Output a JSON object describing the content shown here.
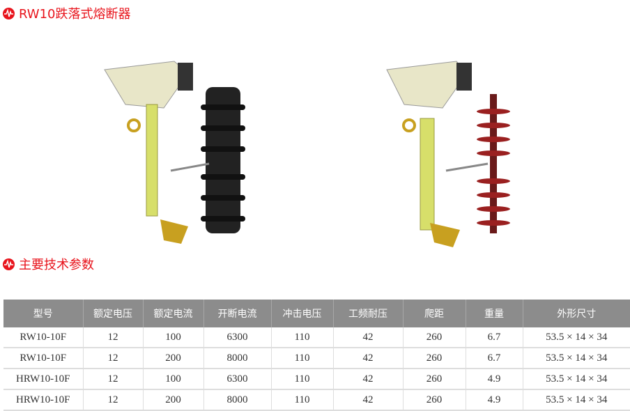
{
  "title": "RW10跌落式熔断器",
  "section2": "主要技术参数",
  "brand_color": "#e8141c",
  "table": {
    "headers": [
      "型号",
      "额定电压",
      "额定电流",
      "开断电流",
      "冲击电压",
      "工频耐压",
      "爬距",
      "重量",
      "外形尺寸"
    ],
    "rows": [
      [
        "RW10-10F",
        "12",
        "100",
        "6300",
        "110",
        "42",
        "260",
        "6.7",
        "53.5 × 14 × 34"
      ],
      [
        "RW10-10F",
        "12",
        "200",
        "8000",
        "110",
        "42",
        "260",
        "6.7",
        "53.5 × 14 × 34"
      ],
      [
        "HRW10-10F",
        "12",
        "100",
        "6300",
        "110",
        "42",
        "260",
        "4.9",
        "53.5 × 14 × 34"
      ],
      [
        "HRW10-10F",
        "12",
        "200",
        "8000",
        "110",
        "42",
        "260",
        "4.9",
        "53.5 × 14 × 34"
      ]
    ]
  }
}
